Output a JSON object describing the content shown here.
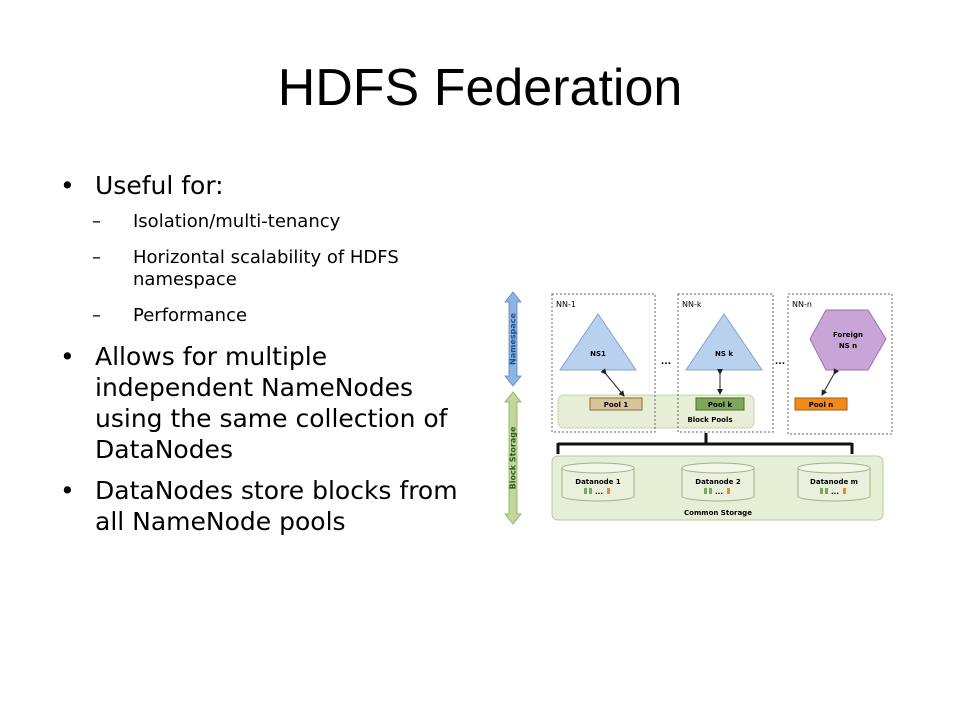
{
  "slide": {
    "title": "HDFS Federation",
    "bullets": [
      {
        "text": "Useful for:",
        "subitems": [
          "Isolation/multi-tenancy",
          "Horizontal scalability of HDFS namespace",
          "Performance"
        ]
      },
      {
        "text": "Allows for multiple independent NameNodes using the same collection of DataNodes",
        "subitems": []
      },
      {
        "text": "DataNodes store blocks from all NameNode pools",
        "subitems": []
      }
    ]
  },
  "diagram": {
    "side_labels": {
      "namespace": "Namespace",
      "block_storage": "Block Storage"
    },
    "namenodes": [
      {
        "label": "NN-1",
        "ns": "NS1",
        "pool": "Pool 1"
      },
      {
        "label": "NN-k",
        "ns": "NS k",
        "pool": "Pool k"
      },
      {
        "label": "NN-n",
        "ns_line1": "Foreign",
        "ns_line2": "NS n",
        "pool": "Pool n"
      }
    ],
    "ellipsis": "...",
    "block_pools": "Block Pools",
    "datanodes": [
      "Datanode 1",
      "Datanode 2",
      "Datanode m"
    ],
    "common_storage": "Common Storage",
    "colors": {
      "namespace_arrow": "#8db4e2",
      "storage_arrow": "#c3d69b",
      "triangle": "#b9d1ee",
      "hexagon": "#c9a4d6",
      "pool_1": "#d9c39a",
      "pool_k": "#7fa65a",
      "pool_n": "#f08a1c",
      "panel": "#e6efd5"
    }
  }
}
